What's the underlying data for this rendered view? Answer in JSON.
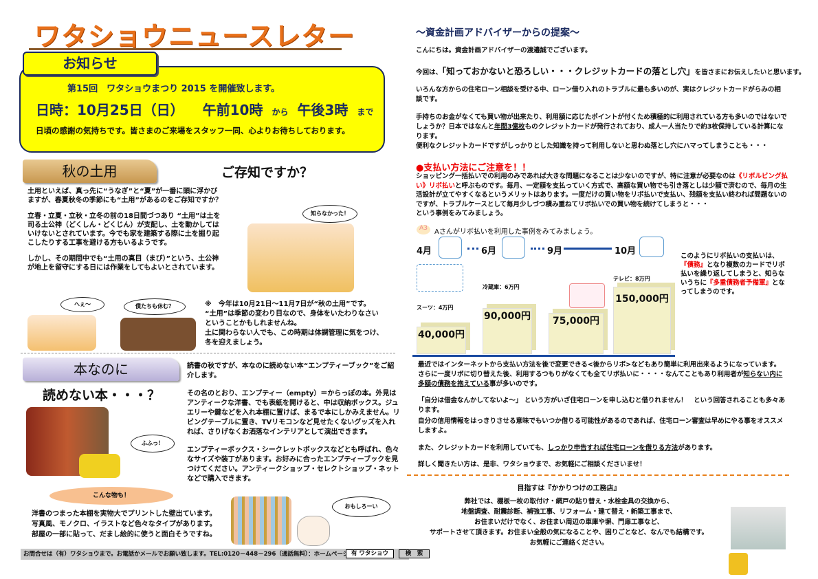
{
  "title": "ワタショウニュースレター",
  "notice": {
    "tab": "お知らせ",
    "line1": "第15回　ワタショウまつり 2015 を開催致します。",
    "date_label": "日時：10月25日（日）",
    "start": "午前10時",
    "from": "から",
    "end": "午後3時",
    "until": "まで",
    "line3": "日頃の感謝の気持ちです。皆さまのご来場をスタッフ一同、心よりお待ちしております。"
  },
  "doyou": {
    "heading": "秋の土用",
    "subheading": "ご存知ですか？",
    "p1": "土用といえば、真っ先に“うなぎ”と“夏”が一番に頭に浮かびますが、春夏秋冬の季節にも“土用”があるのをご存知ですか？",
    "p2": "立春・立夏・立秋・立冬の前の18日間づつあり “土用”は土を司る土公神（どくしん・どくじん）が支配し、土を動かしてはいけないとされています。今でも家を建築する際に土を掘り起こしたりする工事を避ける方もいるようです。",
    "p3": "しかし、その期間中でも“土用の真目（まび）”という、土公神が地上を留守にする日には作業をしてもよいとされています。",
    "note": [
      "※　今年は10月21日～11月7日が“秋の土用”です。",
      "“土用”は季節の変わり目なので、身体をいたわりなさい",
      "ということかもしれませんね。",
      "土に関わらない人でも、この時期は体調管理に気をつけ、",
      "冬を迎えましょう。"
    ],
    "bubble_shiranakatta": "知らなかった！",
    "bubble_hee": "へぇ～",
    "bubble_bokutachi": "僕たちも休む？"
  },
  "book": {
    "heading": "本なのに",
    "subheading": "読めない本・・・？",
    "p1": "読書の秋ですが、本なのに読めない本“エンプティーブック”をご紹介します。",
    "p2": "その名のとおり、エンプティー（empty）＝からっぽの本。外見はアンティークな洋書、でも表紙を開けると、中は収納ボックス。ジュエリーや鍵などを入れ本棚に置けば、まるで本にしかみえません。リビングテーブルに置き、TVリモコンなど見せたくないグッズを入れれば、さりげなくお洒落なインテリアとして演出できます。",
    "p3": "エンプティーボックス・シークレットボックスなどとも呼ばれ、色々なサイズや装丁があります。お好みに合ったエンプティーブックを見つけてください。アンティークショップ・セレクトショップ・ネットなどで購入できます。",
    "bubble_fufu": "ふふっ！",
    "konna": "こんな物も！",
    "p4": [
      "洋書のつまった本棚を実物大でプリントした壁出ています。",
      "写真風、モノクロ、イラストなど色々なタイプがあります。",
      "部屋の一部に貼って、だまし絵的に使うと面白そうですね。"
    ],
    "bubble_omoshiroi": "おもしろーい"
  },
  "footer": {
    "text": "お問合せは（有）ワタショウまで。お電話かメールでお願い致します。TEL:0120－448－296（通話無料）：ホームページ",
    "search_value": "有 ワタショウ",
    "search_button": "検　索"
  },
  "advisor": {
    "heading": "～資金計画アドバイザーからの提案～",
    "greeting": "こんにちは。資金計画アドバイザーの渡邉誠でございます。",
    "intro_pre": "今回は、",
    "intro_bold": "「知っておかないと恐ろしい・・・クレジットカードの落とし穴」",
    "intro_post": "を皆さまにお伝えしたいと思います。",
    "p1": "いろんな方からの住宅ローン相談を受ける中、ローン借り入れのトラブルに最も多いのが、実はクレジットカードがらみの相談です。",
    "p2a": "手持ちのお金がなくても買い物が出来たり、利用額に応じたポイントが付くため積極的に利用されている方も多いのではないでしょうか？日本ではなんと",
    "p2u": "年間3億枚",
    "p2b": "ものクレジットカードが発行されており、成人一人当たりで約3枚保持している計算になります。",
    "p2c": "便利なクレジットカードですがしっかりとした知識を持って利用しないと思わぬ落とし穴にハマってしまうことも・・・",
    "caution_heading": "●支払い方法にご注意を！！",
    "c1": "ショッピング一括払いでの利用のみであれば大きな問題になることは少ないのですが、特に注意が必要なのは",
    "c_red": "《リボルビング払い》リボ払い",
    "c2": "と呼ぶものです。毎月、一定額を支払っていく方式で、高額な買い物でも引き落としは少額で済むので、毎月の生活設計が立てやすくなるというメリットはあります。一度だけの買い物をリボ払いで支払い、残額を支払い終われば問題ないのですが、トラブルケースとして毎月少しづつ積み重ねてリボ払いでの買い物を続けてしまうと・・・",
    "c3": "という事例をみてみましょう。",
    "case_badge": "A3",
    "case_title": "Aさんがリボ払いを利用した事例をみてみましょう。",
    "side1": "このようにリボ払いの支払いは、",
    "side_red1": "『債務』",
    "side2": "となり複数のカードでリボ払いを繰り返してしまうと、知らないうちに",
    "side_red2": "『多重債務者予備軍』",
    "side3": "となってしまうのです。",
    "q1a": "最近ではインターネットから支払い方法を後で変更できる<後からリボ>などもあり簡単に利用出来るようになっています。さらに一度リボに切り替えた後、利用するつもりがなくても全てリボ払いに・・・・なんてこともあり利用者が",
    "q1u": "知らない内に多額の債務を抱えている",
    "q1b": "事が多いのです。",
    "q2": "「自分は借金なんかしてないよ～」 という方がいざ住宅ローンを申し込むと借りれません！　という回答されることも多々あります。",
    "q3": "自分の信用情報をはっきりさせる意味でもいつか借りる可能性があるのであれば、住宅ローン審査は早めにやる事をオススメしますよ。",
    "q4a": "また、クレジットカードを利用していても、",
    "q4u": "しっかり申告すれば住宅ローンを借りる方法",
    "q4b": "があります。",
    "q5": "詳しく聞きたい方は、是非、ワタショウまで、お気軽にご相談くださいませ！"
  },
  "diagram": {
    "months": [
      "4月",
      "6月",
      "9月",
      "10月"
    ],
    "items": [
      "スーツ：4万円",
      "冷蔵庫：6万円",
      "",
      "テレビ：8万円"
    ],
    "balances": [
      "40,000円",
      "90,000円",
      "75,000円",
      "150,000円"
    ]
  },
  "company": {
    "heading": "目指すは『かかりつけの工務店』",
    "lines": [
      "弊社では、棚板一枚の取付け・網戸の貼り替え・水栓金具の交換から、",
      "地盤調査、耐震診断、補強工事、リフォーム・建て替え・新築工事まで、",
      "お住まいだけでなく、お住まい周辺の車庫や塀、門扉工事など、",
      "サポートさせて頂きます。お住まい全般の気になることや、困りごとなど、なんでも結構です。",
      "お気軽にご連絡ください。"
    ]
  },
  "colors": {
    "accent": "#e8701a",
    "notice_bg": "#ffff00",
    "navy": "#1a2a60",
    "red": "#ee0000",
    "doyou_head": "#d8b070",
    "book_head": "#c8c0e0"
  }
}
